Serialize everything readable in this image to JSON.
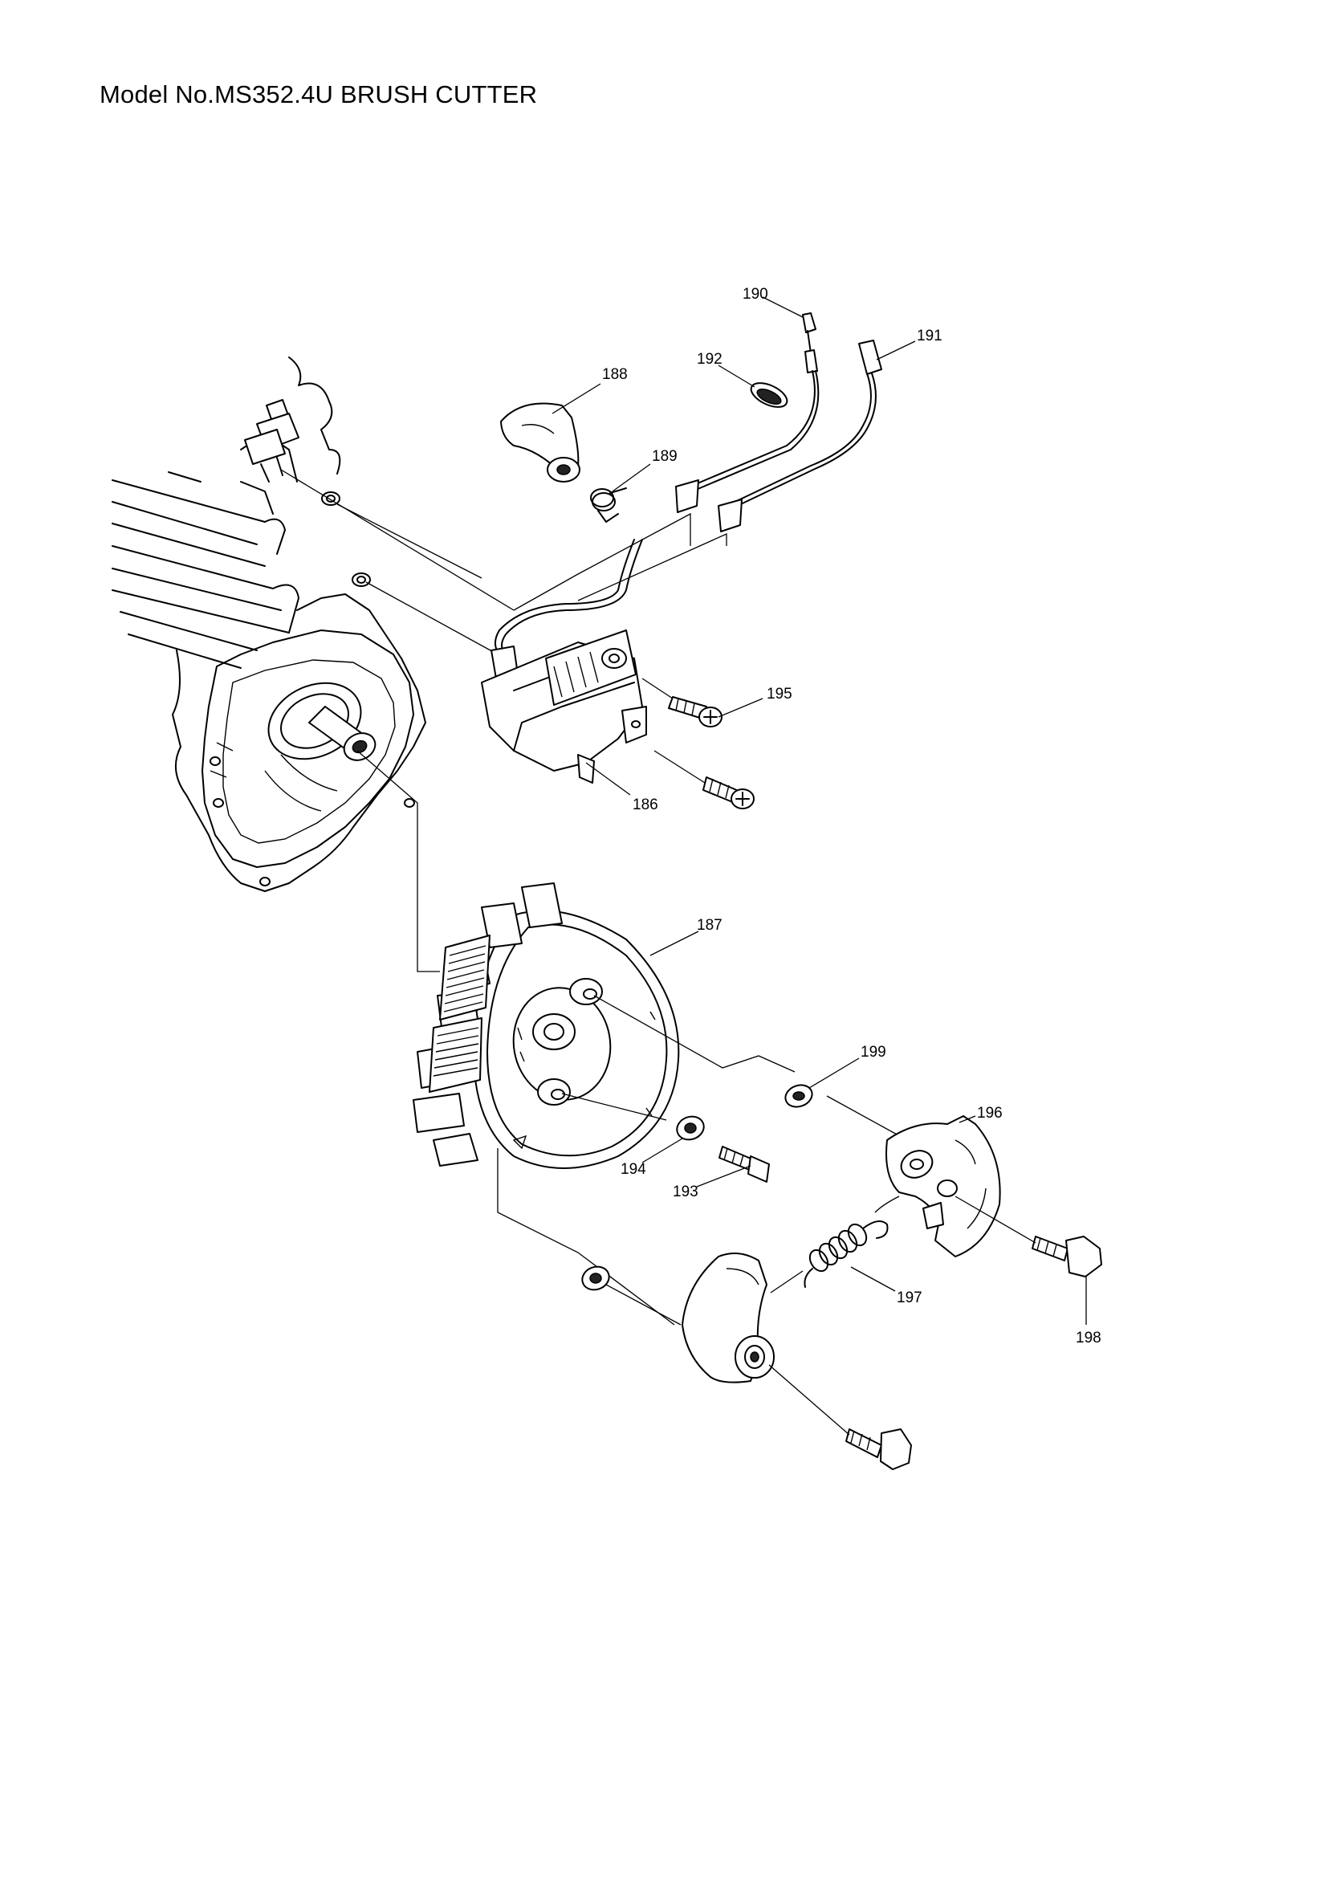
{
  "title": "Model No.MS352.4U BRUSH CUTTER",
  "callouts": {
    "c186": "186",
    "c187": "187",
    "c188": "188",
    "c189": "189",
    "c190": "190",
    "c191": "191",
    "c192": "192",
    "c193": "193",
    "c194": "194",
    "c195": "195",
    "c196": "196",
    "c197": "197",
    "c198": "198",
    "c199": "199"
  }
}
